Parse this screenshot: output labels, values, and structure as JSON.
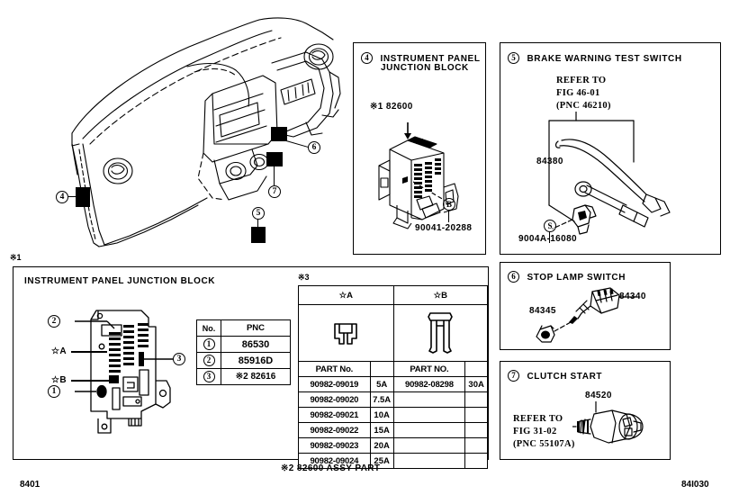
{
  "document": {
    "corner_left_code": "8401",
    "corner_right_code": "84I030",
    "footnote_assy": "※2 82600 ASSY PART",
    "note_mark_1": "※1",
    "note_mark_3": "※3"
  },
  "dashboard": {
    "name": "instrument-panel-illustration",
    "callouts": [
      {
        "num": "4",
        "label": "4"
      },
      {
        "num": "5",
        "label": "5"
      },
      {
        "num": "6",
        "label": "6"
      },
      {
        "num": "7",
        "label": "7"
      }
    ]
  },
  "panels": [
    {
      "id": "4",
      "num": "4",
      "title_line1": "INSTRUMENT PANEL",
      "title_line2": "JUNCTION BLOCK",
      "part_main": "※1 82600",
      "part_bolt": "90041-20288",
      "bolt_marker": "B"
    },
    {
      "id": "5",
      "num": "5",
      "title_line1": "BRAKE WARNING TEST SWITCH",
      "refer_line1": "REFER TO",
      "refer_line2": "FIG 46-01",
      "refer_line3": "(PNC 46210)",
      "part_main": "84380",
      "part_screw": "9004A-16080",
      "screw_marker": "S"
    },
    {
      "id": "6",
      "num": "6",
      "title_line1": "STOP LAMP SWITCH",
      "part_switch": "84340",
      "part_grommet": "84345"
    },
    {
      "id": "7",
      "num": "7",
      "title_line1": "CLUTCH START",
      "part_main": "84520",
      "refer_line1": "REFER TO",
      "refer_line2": "FIG 31-02",
      "refer_line3": "(PNC 55107A)"
    }
  ],
  "junction_block_panel": {
    "title": "INSTRUMENT PANEL JUNCTION BLOCK",
    "diagram_labels": {
      "item1": "1",
      "item2": "2",
      "item3": "3",
      "starA": "☆A",
      "starB": "☆B"
    },
    "pnc_table": {
      "headers": [
        "No.",
        "PNC"
      ],
      "rows": [
        {
          "no": "1",
          "pnc": "86530"
        },
        {
          "no": "2",
          "pnc": "85916D"
        },
        {
          "no": "3",
          "pnc": "※2 82616"
        }
      ]
    },
    "fuse_table": {
      "col_headers": [
        "☆A",
        "☆B"
      ],
      "sub_headers": [
        "PART No.",
        "",
        "PART NO.",
        ""
      ],
      "rows": [
        {
          "a_pn": "90982-09019",
          "a_amp": "5A",
          "b_pn": "90982-08298",
          "b_amp": "30A"
        },
        {
          "a_pn": "90982-09020",
          "a_amp": "7.5A",
          "b_pn": "",
          "b_amp": ""
        },
        {
          "a_pn": "90982-09021",
          "a_amp": "10A",
          "b_pn": "",
          "b_amp": ""
        },
        {
          "a_pn": "90982-09022",
          "a_amp": "15A",
          "b_pn": "",
          "b_amp": ""
        },
        {
          "a_pn": "90982-09023",
          "a_amp": "20A",
          "b_pn": "",
          "b_amp": ""
        },
        {
          "a_pn": "90982-09024",
          "a_amp": "25A",
          "b_pn": "",
          "b_amp": ""
        }
      ]
    }
  }
}
